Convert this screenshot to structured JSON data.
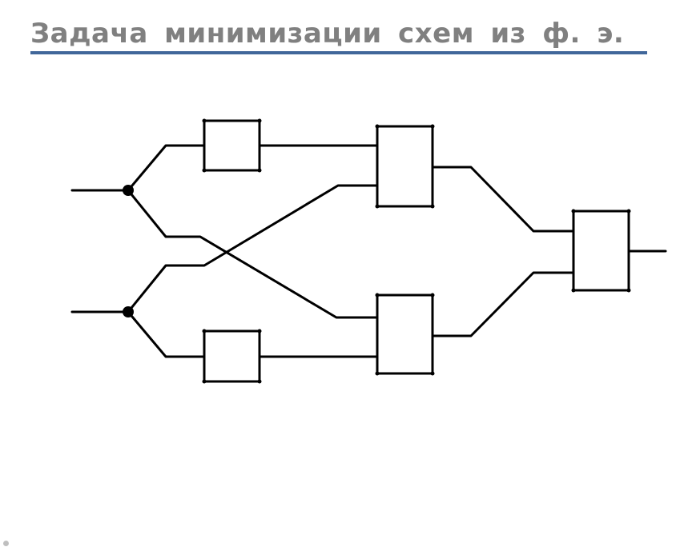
{
  "slide": {
    "title": "Задача  минимизации  схем  из  ф. э."
  },
  "colors": {
    "title_text": "#808080",
    "title_underline": "#41679a",
    "wire": "#000000",
    "bullet": "#bfbfbf"
  },
  "diagram": {
    "elements": [
      {
        "id": "gate-a-top",
        "inputs": 1,
        "outputs": 1
      },
      {
        "id": "gate-a-bottom",
        "inputs": 1,
        "outputs": 1
      },
      {
        "id": "gate-b-top",
        "inputs": 2,
        "outputs": 1
      },
      {
        "id": "gate-b-bottom",
        "inputs": 2,
        "outputs": 1
      },
      {
        "id": "gate-c",
        "inputs": 2,
        "outputs": 1
      }
    ],
    "branch_points": [
      "branch-top",
      "branch-bottom"
    ],
    "inputs": [
      "input-top",
      "input-bottom"
    ],
    "outputs": [
      "output"
    ]
  }
}
